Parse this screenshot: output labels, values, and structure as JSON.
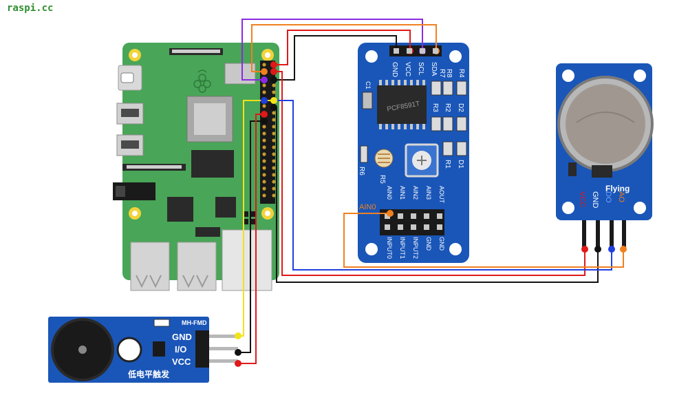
{
  "watermark": "raspi.cc",
  "pcf_module": {
    "chip_label": "PCF8591T",
    "header_pins": [
      "GND",
      "VCC",
      "SCL",
      "SDA"
    ],
    "resistor_labels": [
      "R8",
      "R7",
      "R4",
      "R3",
      "R2",
      "D2",
      "R1",
      "D1",
      "R5",
      "R6"
    ],
    "cap_label": "C1",
    "bottom_pins_top": [
      "AIN0",
      "AIN1",
      "AIN2",
      "AIN3",
      "AOUT"
    ],
    "bottom_pins_bottom": [
      "INPUT0",
      "INPUT1",
      "INPUT2",
      "GND",
      "GND"
    ],
    "connected_input": "AIN0"
  },
  "gas_sensor": {
    "brand": "Flying",
    "pins": [
      "VCC",
      "GND",
      "DO",
      "AO"
    ]
  },
  "buzzer_module": {
    "model": "MH-FMD",
    "pins": [
      "GND",
      "I/O",
      "VCC"
    ],
    "trigger_label": "低电平触发"
  },
  "colors": {
    "purple": "#8a2be2",
    "orange": "#f08020",
    "red": "#e01818",
    "black": "#111111",
    "blue": "#1f3fe0",
    "yellow": "#f2e21a",
    "pi_green": "#49a557",
    "module_blue": "#1a56b8"
  }
}
